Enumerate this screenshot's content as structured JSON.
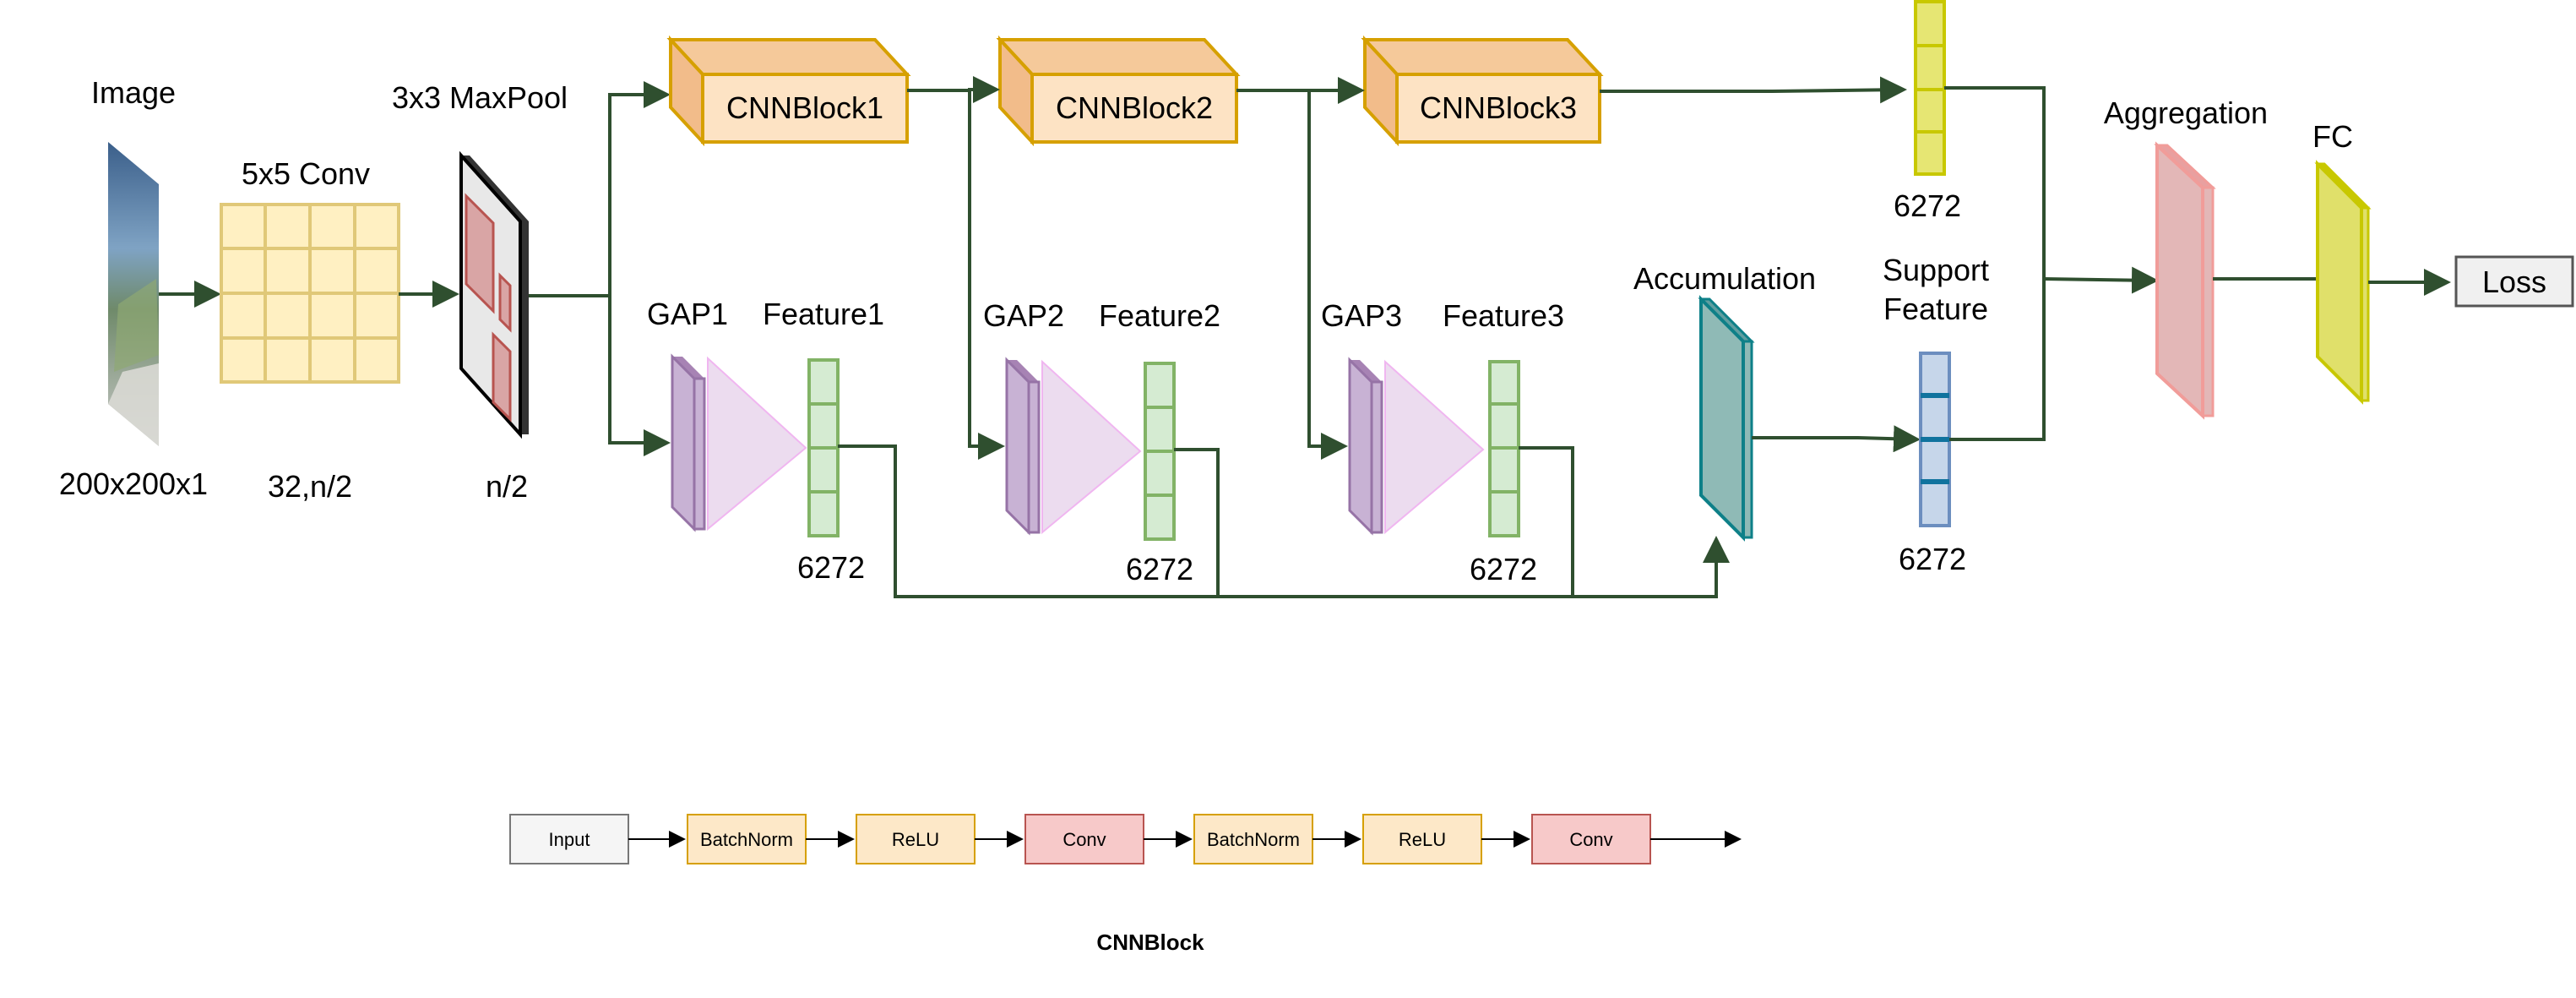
{
  "labels": {
    "image": "Image",
    "image_dim": "200x200x1",
    "conv": "5x5 Conv",
    "conv_dim": "32,n/2",
    "maxpool": "3x3 MaxPool",
    "maxpool_dim": "n/2",
    "cnnblock1": "CNNBlock1",
    "cnnblock2": "CNNBlock2",
    "cnnblock3": "CNNBlock3",
    "gap1": "GAP1",
    "gap2": "GAP2",
    "gap3": "GAP3",
    "feature1": "Feature1",
    "feature2": "Feature2",
    "feature3": "Feature3",
    "dim1": "6272",
    "dim2": "6272",
    "dim3": "6272",
    "top_dim": "6272",
    "accumulation": "Accumulation",
    "support_line1": "Support",
    "support_line2": "Feature",
    "support_dim": "6272",
    "aggregation": "Aggregation",
    "fc": "FC",
    "loss": "Loss"
  },
  "cnnblock_detail": {
    "steps": [
      "Input",
      "BatchNorm",
      "ReLU",
      "Conv",
      "BatchNorm",
      "ReLU",
      "Conv"
    ],
    "caption": "CNNBlock"
  },
  "colors": {
    "connector": "#2f4f2f",
    "block_fill": "#fde3c4",
    "block_stroke": "#d6a000",
    "conv_grid_fill": "#fff0c2",
    "gap_fill": "#c8b2d4",
    "feature_fill": "#d5ebd2",
    "feature_stroke": "#82b366",
    "top_feature_fill": "#e6e673",
    "accumulation_fill": "#8fbab6",
    "support_fill": "#c6d6ea",
    "aggregation_fill": "#e3b7b7",
    "fc_fill": "#e0e06a",
    "conv_step_fill": "#f7c9c9",
    "norm_step_fill": "#fde8c8"
  }
}
